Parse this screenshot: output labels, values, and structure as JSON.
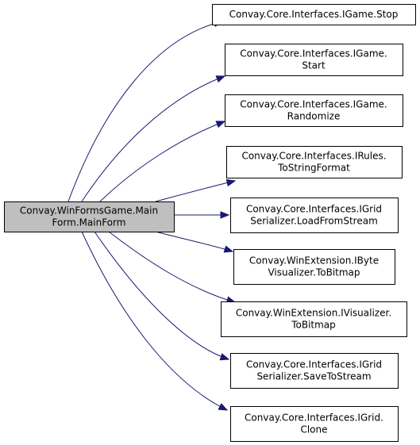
{
  "root": {
    "id": "root",
    "lines": [
      "Convay.WinFormsGame.Main",
      "Form.MainForm"
    ]
  },
  "targets": [
    {
      "id": "stop",
      "lines": [
        "Convay.Core.Interfaces.IGame.Stop"
      ]
    },
    {
      "id": "start",
      "lines": [
        "Convay.Core.Interfaces.IGame.",
        "Start"
      ]
    },
    {
      "id": "randomize",
      "lines": [
        "Convay.Core.Interfaces.IGame.",
        "Randomize"
      ]
    },
    {
      "id": "tostringformat",
      "lines": [
        "Convay.Core.Interfaces.IRules.",
        "ToStringFormat"
      ]
    },
    {
      "id": "loadfromstream",
      "lines": [
        "Convay.Core.Interfaces.IGrid",
        "Serializer.LoadFromStream"
      ]
    },
    {
      "id": "bytetobitmap",
      "lines": [
        "Convay.WinExtension.IByte",
        "Visualizer.ToBitmap"
      ]
    },
    {
      "id": "vistobitmap",
      "lines": [
        "Convay.WinExtension.IVisualizer.",
        "ToBitmap"
      ]
    },
    {
      "id": "savetostream",
      "lines": [
        "Convay.Core.Interfaces.IGrid",
        "Serializer.SaveToStream"
      ]
    },
    {
      "id": "clone",
      "lines": [
        "Convay.Core.Interfaces.IGrid.",
        "Clone"
      ]
    }
  ],
  "colors": {
    "root_fill": "#bfbfbf",
    "node_fill": "#ffffff",
    "edge": "#191970"
  }
}
